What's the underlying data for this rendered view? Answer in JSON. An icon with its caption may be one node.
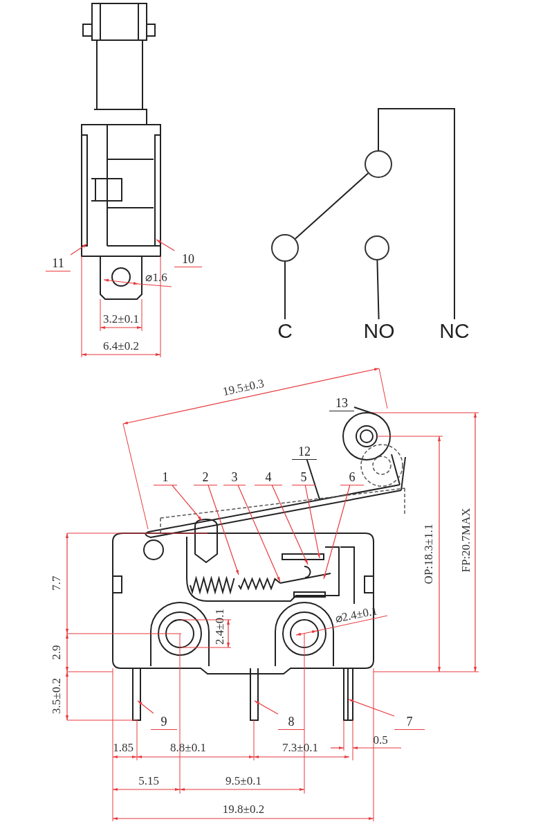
{
  "diagram": {
    "nodes": [
      {
        "text": [
          "11"
        ]
      },
      {
        "text": [
          "10"
        ]
      },
      {
        "text": [],
        "shape": "circle"
      },
      {
        "text": [],
        "shape": "circle"
      },
      {
        "text": [],
        "shape": "circle"
      },
      {
        "text": [
          "C"
        ]
      },
      {
        "text": [
          "NO"
        ]
      },
      {
        "text": [
          "NC"
        ]
      },
      {
        "text": [
          "13"
        ]
      },
      {
        "text": [
          "12"
        ]
      },
      {
        "text": [
          "1"
        ]
      },
      {
        "text": [
          "2"
        ]
      },
      {
        "text": [
          "3"
        ]
      },
      {
        "text": [
          "4"
        ]
      },
      {
        "text": [
          "5"
        ]
      },
      {
        "text": [
          "6"
        ]
      },
      {
        "text": [
          "9"
        ]
      },
      {
        "text": [
          "8"
        ]
      },
      {
        "text": [
          "7"
        ]
      }
    ],
    "edges": [
      {
        "from": 0,
        "to": null,
        "arrow": "to"
      },
      {
        "from": 1,
        "to": null,
        "arrow": "to"
      },
      {
        "from": 5,
        "to": 3,
        "arrow": "none",
        "color": "#222222"
      },
      {
        "from": 3,
        "to": 2,
        "arrow": "none",
        "color": "#222222"
      },
      {
        "from": 6,
        "to": 4,
        "arrow": "none",
        "color": "#222222"
      },
      {
        "from": 7,
        "to": 2,
        "arrow": "none",
        "color": "#222222"
      },
      {
        "from": 8,
        "to": null,
        "arrow": "none",
        "color": "#222222"
      },
      {
        "from": 9,
        "to": null,
        "arrow": "none",
        "color": "#222222"
      },
      {
        "from": 10,
        "to": null,
        "arrow": "to"
      },
      {
        "from": 11,
        "to": null,
        "arrow": "to"
      },
      {
        "from": 12,
        "to": null,
        "arrow": "to"
      },
      {
        "from": 13,
        "to": null,
        "arrow": "to"
      },
      {
        "from": 14,
        "to": null,
        "arrow": "to"
      },
      {
        "from": 15,
        "to": null,
        "arrow": "to"
      },
      {
        "from": 16,
        "to": null,
        "arrow": "to"
      },
      {
        "from": 17,
        "to": null,
        "arrow": "to"
      },
      {
        "from": 18,
        "to": null,
        "arrow": "to"
      }
    ],
    "labels": [
      "⌀1.6",
      "3.2±0.1",
      "6.4±0.2",
      "19.5±0.3",
      "7.7",
      "OP:18.3±1.1",
      "FP:20.7MAX",
      "2.4±0.1",
      "⌀2.4±0.1",
      "2.9",
      "3.5±0.2",
      "1.85",
      "8.8±0.1",
      "7.3±0.1",
      "0.5",
      "5.15",
      "9.5±0.1",
      "19.8±0.2"
    ]
  }
}
